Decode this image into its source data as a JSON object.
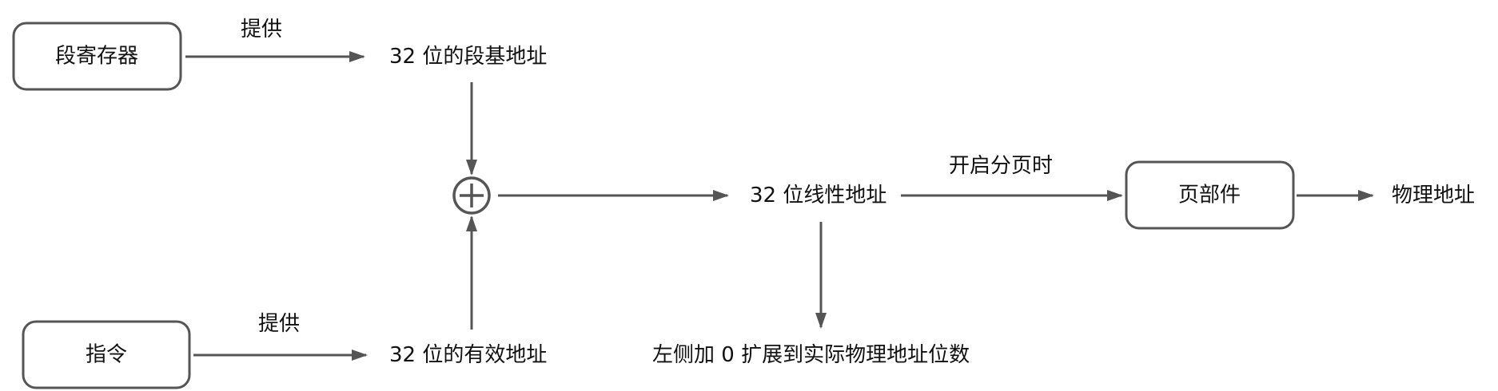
{
  "nodes": {
    "segment_register": "段寄存器",
    "instruction": "指令",
    "segment_base": "32 位的段基地址",
    "effective_address": "32 位的有效地址",
    "adder_symbol": "+",
    "linear_address": "32 位线性地址",
    "zero_extend": "左侧加 0 扩展到实际物理地址位数",
    "page_unit": "页部件",
    "physical_address": "物理地址"
  },
  "edge_labels": {
    "provide_top": "提供",
    "provide_bottom": "提供",
    "paging_enabled": "开启分页时"
  },
  "colors": {
    "stroke": "#555555",
    "text": "#111111",
    "background": "#ffffff"
  }
}
